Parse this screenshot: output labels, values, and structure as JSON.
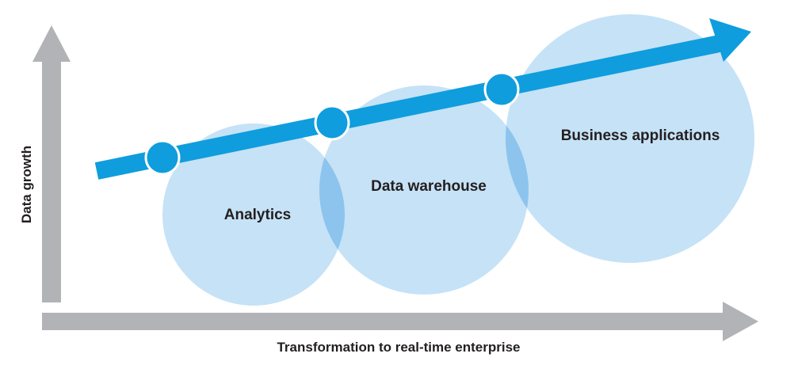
{
  "axes": {
    "y_label": "Data growth",
    "x_label": "Transformation to real-time enterprise"
  },
  "stages": [
    {
      "label": "Analytics"
    },
    {
      "label": "Data warehouse"
    },
    {
      "label": "Business applications"
    }
  ],
  "colors": {
    "axis_gray": "#b1b3b6",
    "circle_fill": "#c6e2f6",
    "circle_overlap": "#8cc4ed",
    "trend_blue": "#0f9ddd",
    "text_dark": "#231f20"
  }
}
